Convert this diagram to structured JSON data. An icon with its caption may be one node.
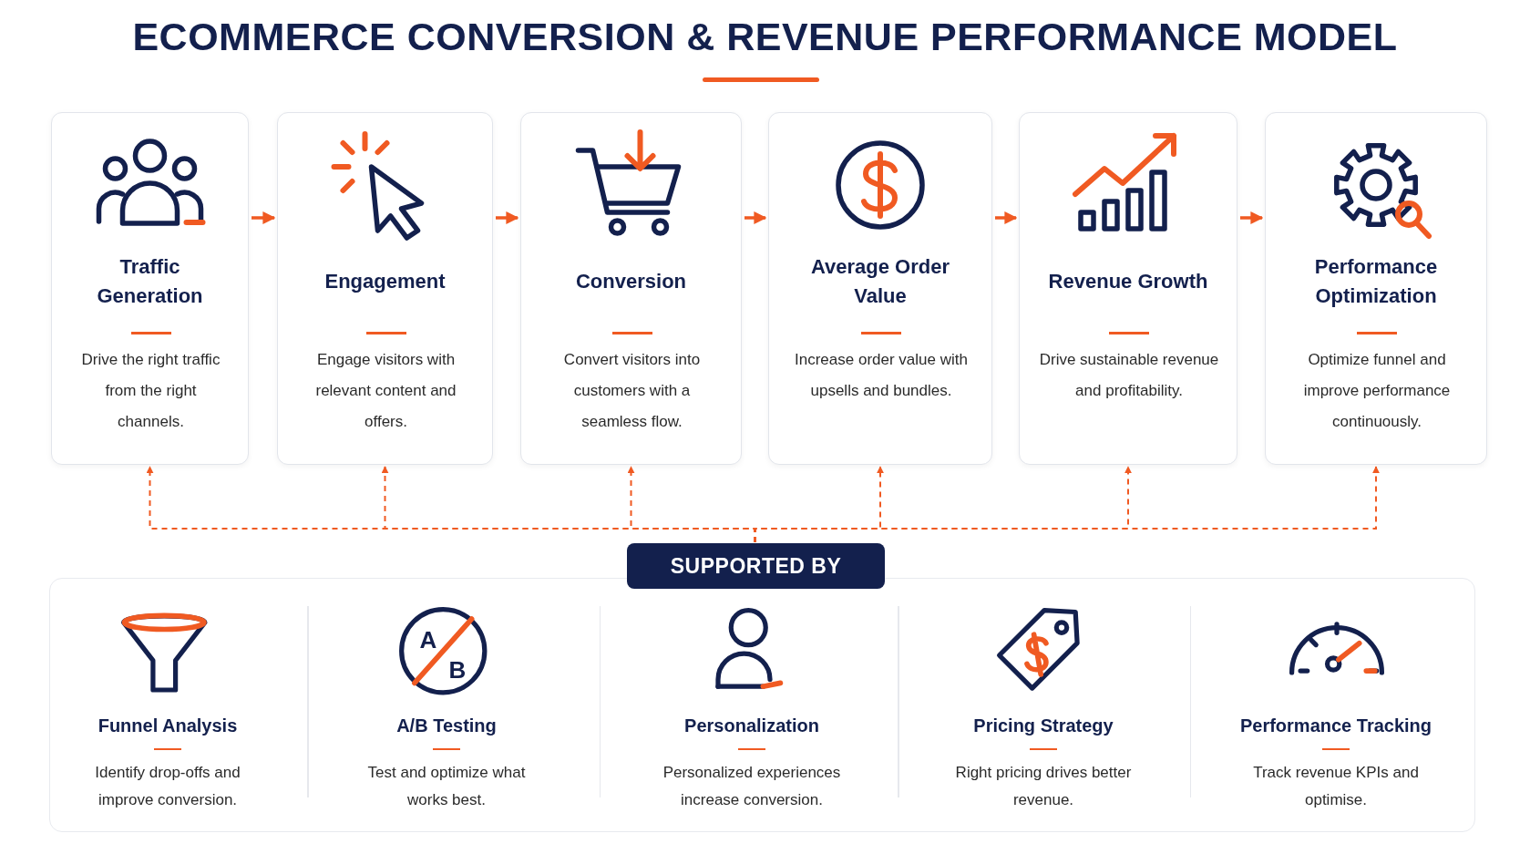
{
  "diagram": {
    "title": "ECOMMERCE CONVERSION & REVENUE PERFORMANCE MODEL",
    "nodes": [
      {
        "text": [
          "Traffic Generation",
          "Drive the right traffic from the right channels."
        ]
      },
      {
        "text": [
          "Engagement",
          "Engage visitors with relevant content and offers."
        ]
      },
      {
        "text": [
          "Conversion",
          "Convert visitors into customers with a seamless flow."
        ]
      },
      {
        "text": [
          "Average Order Value",
          "Increase order value with upsells and bundles."
        ]
      },
      {
        "text": [
          "Revenue Growth",
          "Drive sustainable revenue and profitability."
        ]
      },
      {
        "text": [
          "Performance Optimization",
          "Optimize funnel and improve performance continuously."
        ]
      },
      {
        "text": [
          "SUPPORTED BY"
        ]
      },
      {
        "text": [
          "Funnel Analysis",
          "Identify drop-offs and improve conversion."
        ],
        "in": 6
      },
      {
        "text": [
          "A/B Testing",
          "Test and optimize what works best."
        ],
        "in": 6
      },
      {
        "text": [
          "Personalization",
          "Personalized experiences increase conversion."
        ],
        "in": 6
      },
      {
        "text": [
          "Pricing Strategy",
          "Right pricing drives better revenue."
        ],
        "in": 6
      },
      {
        "text": [
          "Performance Tracking",
          "Track revenue KPIs and optimise."
        ],
        "in": 6
      }
    ],
    "edges": [
      {
        "from": 0,
        "to": 1,
        "arrow": "to"
      },
      {
        "from": 1,
        "to": 2,
        "arrow": "to"
      },
      {
        "from": 2,
        "to": 3,
        "arrow": "to"
      },
      {
        "from": 3,
        "to": 4,
        "arrow": "to"
      },
      {
        "from": 4,
        "to": 5,
        "arrow": "to"
      },
      {
        "from": 6,
        "to": 0,
        "arrow": "to",
        "style": "dashed"
      },
      {
        "from": 6,
        "to": 1,
        "arrow": "to",
        "style": "dashed"
      },
      {
        "from": 6,
        "to": 2,
        "arrow": "to",
        "style": "dashed"
      },
      {
        "from": 6,
        "to": 3,
        "arrow": "to",
        "style": "dashed"
      },
      {
        "from": 6,
        "to": 4,
        "arrow": "to",
        "style": "dashed"
      },
      {
        "from": 6,
        "to": 5,
        "arrow": "to",
        "style": "dashed"
      }
    ],
    "labels": [
      "A",
      "B"
    ]
  }
}
